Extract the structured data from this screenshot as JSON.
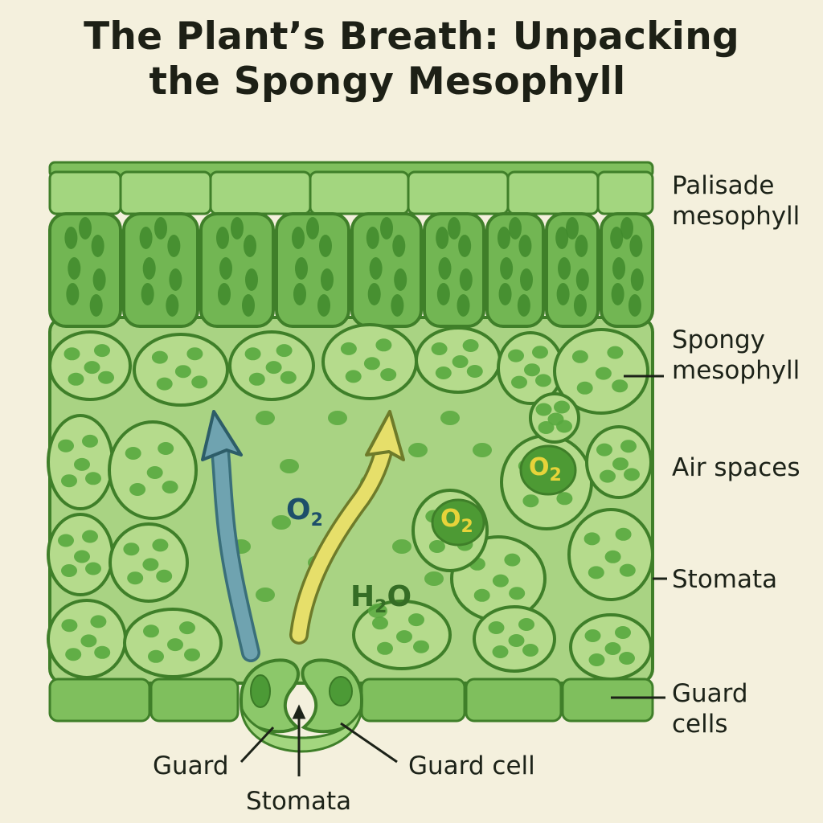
{
  "title": {
    "line1": "The Plant’s Breath: Unpacking",
    "line2": "the Spongy Mesophyll"
  },
  "labels": {
    "palisade": [
      "Palisade",
      "mesophyll"
    ],
    "spongy": [
      "Spongy",
      "mesophyll"
    ],
    "air_spaces": "Air spaces",
    "stomata_right": "Stomata",
    "guard_cells": [
      "Guard",
      "cells"
    ],
    "guard_left": "Guard",
    "guard_cell_right": "Guard cell",
    "stomata_bottom": "Stomata"
  },
  "symbols": {
    "o2_main": {
      "base": "O",
      "sub": "2"
    },
    "o2_cell_a": {
      "base": "O",
      "sub": "2"
    },
    "o2_cell_b": {
      "base": "O",
      "sub": "2"
    },
    "h2o": {
      "pre": "H",
      "sub": "2",
      "post": "O"
    }
  },
  "colors": {
    "background": "#f4f0dd",
    "epidermis": "#8fcf6c",
    "palisade_cell": "#72b653",
    "spongy_cell": "#b5db8c",
    "chloroplast": "#58a83e",
    "outline": "#3f7f29",
    "arrow_o2": "#6fa3b0",
    "arrow_h2o": "#e6df6a",
    "symbol_o2": "#1d4f6a",
    "symbol_h2o": "#356d25",
    "symbol_cell_o2": "#e7d33a"
  }
}
